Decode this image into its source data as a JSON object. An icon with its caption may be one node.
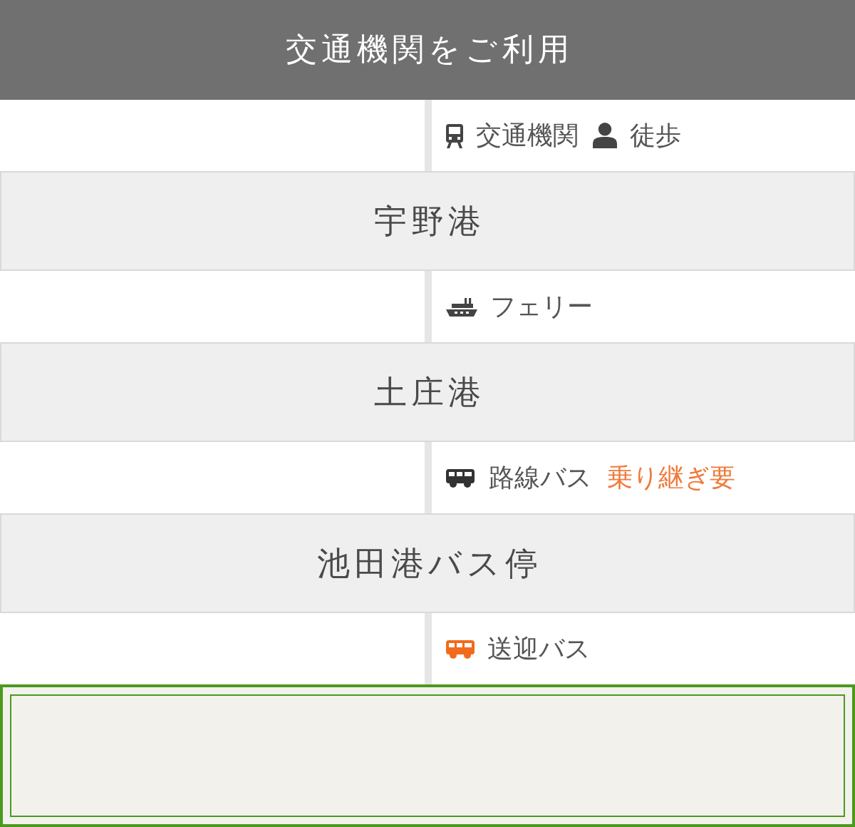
{
  "diagram": {
    "nodes": [
      {
        "text": [
          "交通機関をご利用"
        ]
      },
      {
        "text": [
          "宇野港"
        ]
      },
      {
        "text": [
          "土庄港"
        ]
      },
      {
        "text": [
          "池田港バス停"
        ]
      },
      {
        "text": [],
        "shape": "box"
      }
    ],
    "edges": [
      {
        "from": 0,
        "to": 1,
        "arrow": "none",
        "label": "交通機関"
      },
      {
        "from": 1,
        "to": 2,
        "arrow": "none",
        "label": "フェリー"
      },
      {
        "from": 2,
        "to": 3,
        "arrow": "none",
        "label": "路線バス"
      },
      {
        "from": 3,
        "to": 4,
        "arrow": "none",
        "label": "送迎バス"
      }
    ],
    "labels": [
      "徒歩",
      "乗り継ぎ要"
    ]
  }
}
